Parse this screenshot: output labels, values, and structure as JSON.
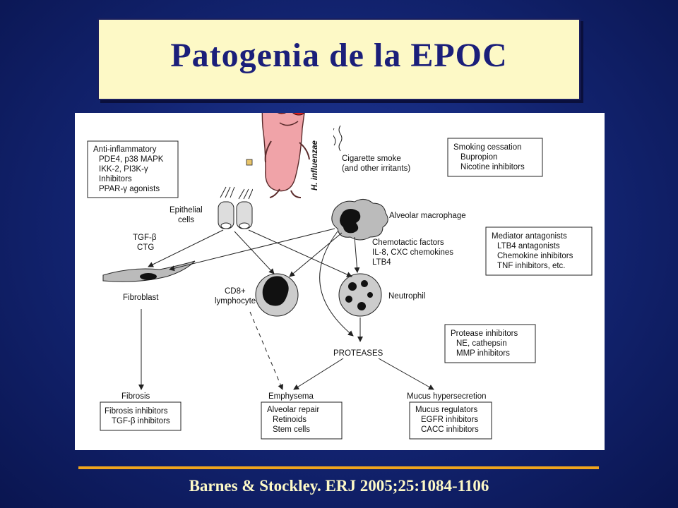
{
  "slide": {
    "title": "Patogenia de la EPOC",
    "citation": "Barnes & Stockley. ERJ 2005;25:1084-1106"
  },
  "diagram": {
    "bacteria_label": "H. influenzae",
    "cigarette_smoke": [
      "Cigarette smoke",
      "(and other irritants)"
    ],
    "epithelial_cells": [
      "Epithelial",
      "cells"
    ],
    "alveolar_macrophage": "Alveolar macrophage",
    "tgf_ctg": [
      "TGF-β",
      "CTG"
    ],
    "chemotactic_factors": [
      "Chemotactic factors",
      "IL-8, CXC chemokines",
      "LTB4"
    ],
    "fibroblast": "Fibroblast",
    "cd8": [
      "CD8+",
      "lymphocyte"
    ],
    "neutrophil": "Neutrophil",
    "proteases": "PROTEASES",
    "fibrosis": "Fibrosis",
    "emphysema": "Emphysema",
    "mucus_hypersecretion": "Mucus hypersecretion",
    "boxes": {
      "anti_inflammatory": [
        "Anti-inflammatory",
        "PDE4, p38 MAPK",
        "IKK-2, PI3K-γ",
        "Inhibitors",
        "PPAR-γ agonists"
      ],
      "smoking_cessation": [
        "Smoking cessation",
        "Bupropion",
        "Nicotine inhibitors"
      ],
      "mediator_antagonists": [
        "Mediator antagonists",
        "LTB4 antagonists",
        "Chemokine inhibitors",
        "TNF inhibitors, etc."
      ],
      "protease_inhibitors": [
        "Protease inhibitors",
        "NE, cathepsin",
        "MMP inhibitors"
      ],
      "fibrosis_inhibitors": [
        "Fibrosis inhibitors",
        "TGF-β inhibitors"
      ],
      "alveolar_repair": [
        "Alveolar repair",
        "Retinoids",
        "Stem cells"
      ],
      "mucus_regulators": [
        "Mucus regulators",
        "EGFR inhibitors",
        "CACC inhibitors"
      ]
    }
  }
}
